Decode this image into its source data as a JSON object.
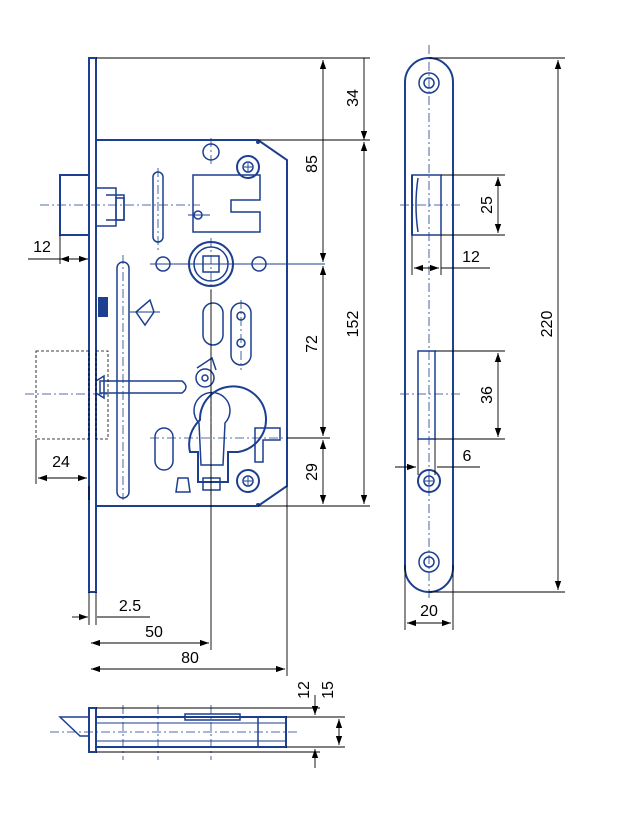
{
  "colors": {
    "drawing": "#1c3f8f",
    "dimension": "#000000",
    "background": "#ffffff"
  },
  "dimensions": {
    "lock_top": "34",
    "spindle_from_top": "85",
    "spindle_to_cylinder": "72",
    "case_height": "152",
    "cylinder_to_bottom": "29",
    "faceplate_height": "220",
    "latch_depth": "12",
    "deadbolt_throw": "24",
    "faceplate_thickness": "2.5",
    "backset": "50",
    "case_depth": "80",
    "strike_latch_height": "25",
    "strike_latch_depth": "12",
    "strike_bolt_height": "36",
    "strike_bolt_offset": "6",
    "strike_width": "20",
    "case_width": "12",
    "faceplate_width": "15"
  }
}
